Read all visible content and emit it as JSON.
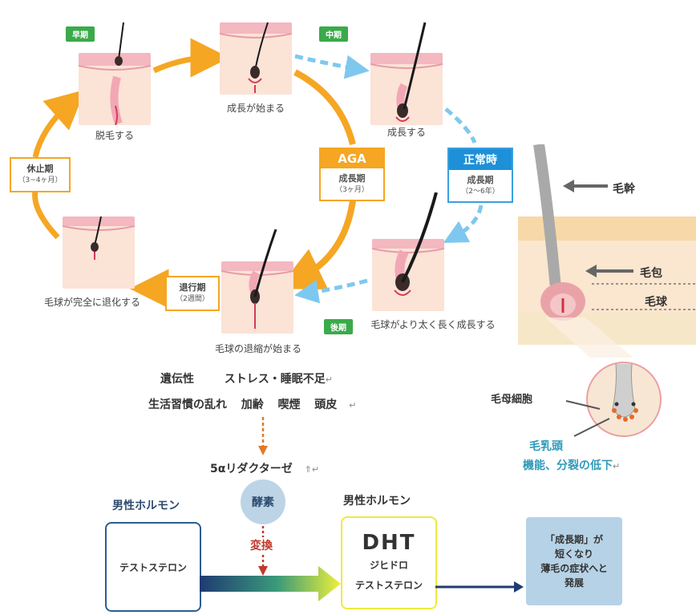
{
  "cycle": {
    "tag_early": "早期",
    "tag_mid": "中期",
    "tag_late": "後期",
    "caption_shedding": "脱毛する",
    "caption_growth_start": "成長が始まる",
    "caption_growing": "成長する",
    "caption_thicker": "毛球がより太く長く成長する",
    "caption_shrink_start": "毛球の退縮が始まる",
    "caption_regressed": "毛球が完全に退化する",
    "rest_phase": {
      "label": "休止期",
      "duration": "（3~4ヶ月）"
    },
    "regression_phase": {
      "label": "退行期",
      "duration": "（2週間）"
    },
    "aga": {
      "title": "AGA",
      "label": "成長期",
      "duration": "（3ヶ月）"
    },
    "normal": {
      "title": "正常時",
      "label": "成長期",
      "duration": "（2～6年）"
    }
  },
  "anatomy": {
    "hair_shaft": "毛幹",
    "follicle": "毛包",
    "hair_bulb": "毛球",
    "matrix_cells": "毛母細胞",
    "papilla": "毛乳頭",
    "decline_note": "機能、分裂の低下"
  },
  "causes": {
    "line1_a": "遺伝性",
    "line1_b": "ストレス・睡眠不足",
    "line2_a": "生活習慣の乱れ",
    "line2_b": "加齢",
    "line2_c": "喫煙",
    "line2_d": "頭皮",
    "return_mark": "↵",
    "enzyme_name": "5αリダクターゼ",
    "enzyme_mark": "⇑↵"
  },
  "conversion": {
    "male_hormone_left": "男性ホルモン",
    "testosterone": "テストステロン",
    "enzyme_circle": "酵素",
    "convert": "変換",
    "male_hormone_right": "男性ホルモン",
    "dht_title": "DHT",
    "dht_reading": "ジヒドロ",
    "dht_name": "テストステロン",
    "result_line1": "「成長期」が",
    "result_line2": "短くなり",
    "result_line3": "薄毛の症状へと",
    "result_line4": "発展"
  },
  "colors": {
    "orange": "#f5a623",
    "blue": "#1e90d8",
    "light_blue": "#7ec8ef",
    "green": "#3aaa4a",
    "navy": "#2c5d8f",
    "yellow": "#f0ea3c",
    "teal_text": "#2f9bb8",
    "result_bg": "#b6d2e6"
  }
}
